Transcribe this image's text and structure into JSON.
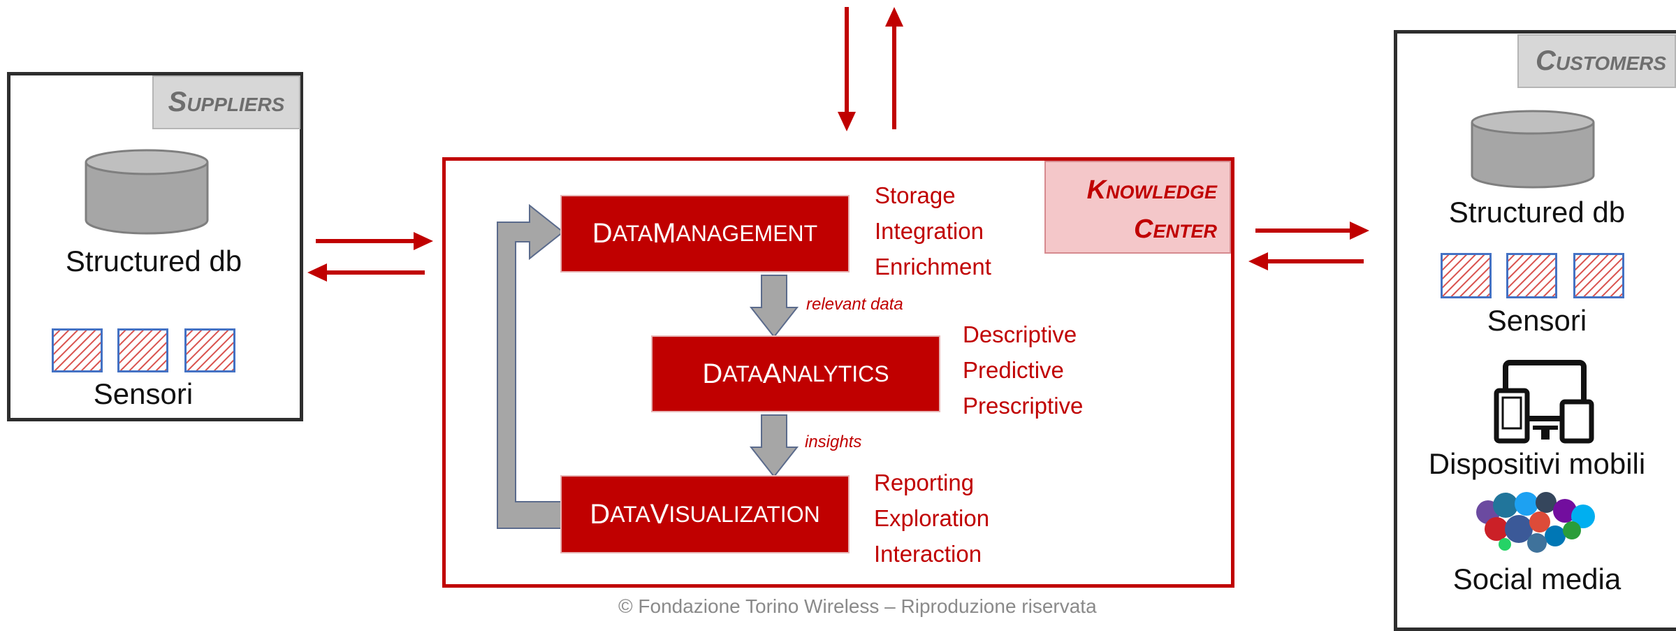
{
  "suppliers": {
    "tag": "Suppliers",
    "db_label": "Structured db",
    "sensors_label": "Sensori"
  },
  "customers": {
    "tag": "Customers",
    "db_label": "Structured db",
    "sensors_label": "Sensori",
    "devices_label": "Dispositivi mobili",
    "social_label": "Social media"
  },
  "knowledge_center": {
    "tag_line1": "Knowledge",
    "tag_line2": "Center",
    "management": {
      "first": "D",
      "first_rest": "ATA ",
      "second": "M",
      "second_rest": "ANAGEMENT",
      "items": [
        "Storage",
        "Integration",
        "Enrichment"
      ]
    },
    "analytics": {
      "first": "D",
      "first_rest": "ATA ",
      "second": "A",
      "second_rest": "NALYTICS",
      "items": [
        "Descriptive",
        "Predictive",
        "Prescriptive"
      ]
    },
    "visualization": {
      "first": "D",
      "first_rest": "ATA ",
      "second": "V",
      "second_rest": "ISUALIZATION",
      "items": [
        "Reporting",
        "Exploration",
        "Interaction"
      ]
    },
    "flow_label_1": "relevant data",
    "flow_label_2": "insights"
  },
  "footer": "© Fondazione Torino Wireless – Riproduzione riservata",
  "colors": {
    "accent_red": "#c00000",
    "tag_gray": "#d7d7d7",
    "arrow_gray": "#a6a6a6",
    "kc_tag_pink": "#f4c7c9"
  },
  "icons": [
    "database-icon",
    "sensor-icon",
    "mobile-devices-icon",
    "social-media-icon"
  ]
}
